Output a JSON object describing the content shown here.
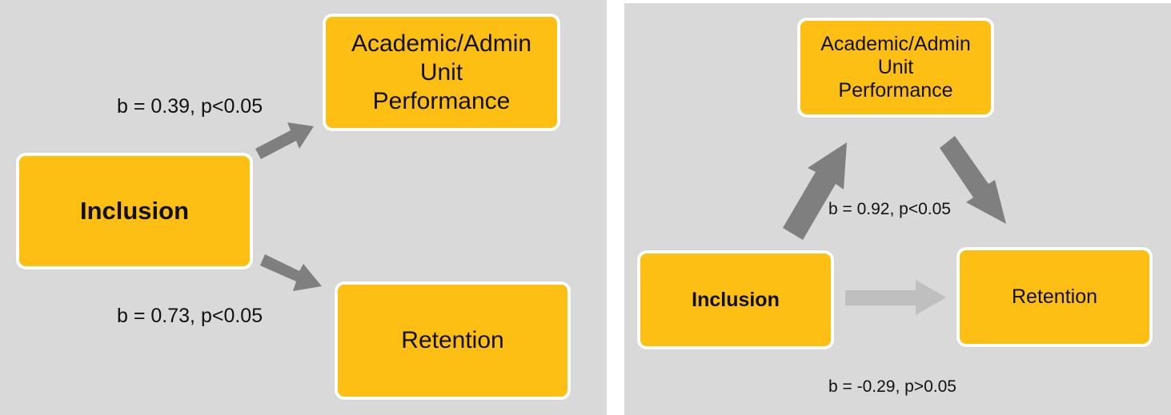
{
  "left_diagram": {
    "nodes": {
      "inclusion": "Inclusion",
      "performance": "Academic/Admin\nUnit\nPerformance",
      "retention": "Retention"
    },
    "edges": {
      "inclusion_to_performance": "b = 0.39, p<0.05",
      "inclusion_to_retention": "b = 0.73, p<0.05"
    }
  },
  "right_diagram": {
    "nodes": {
      "inclusion": "Inclusion",
      "performance": "Academic/Admin\nUnit\nPerformance",
      "retention": "Retention"
    },
    "edges": {
      "inclusion_to_performance": "b = 0.92, p<0.05",
      "inclusion_to_retention": "b = -0.29, p>0.05"
    }
  },
  "colors": {
    "background": "#d9d9d9",
    "node_fill": "#fdbf13",
    "node_border": "#ffffff",
    "arrow_significant": "#7f7f7f",
    "arrow_nonsignificant": "#bfbfbf"
  }
}
